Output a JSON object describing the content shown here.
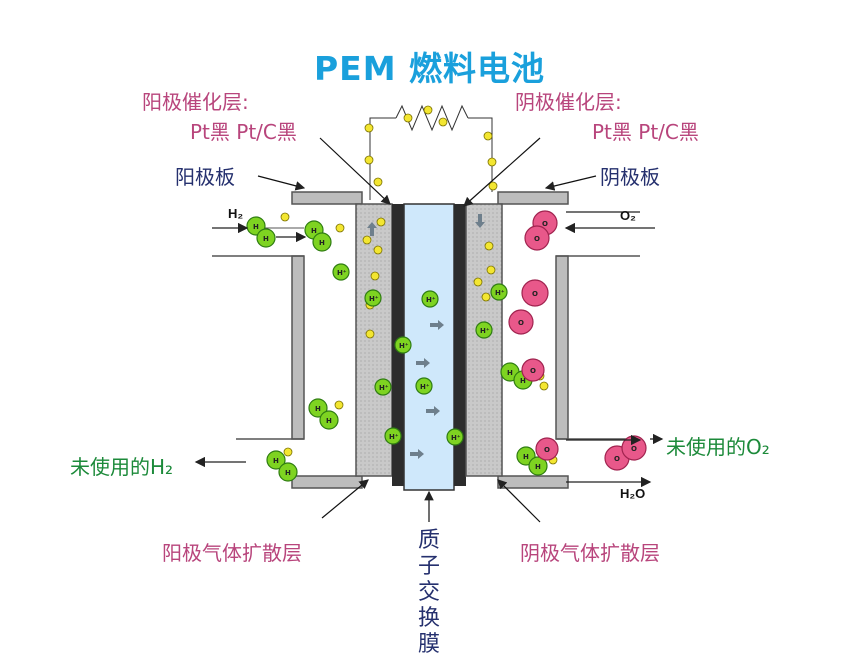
{
  "title": "PEM 燃料电池",
  "labels": {
    "anode_catalyst_line1": "阳极催化层:",
    "anode_catalyst_line2": "Pt黑 Pt/C黑",
    "cathode_catalyst_line1": "阴极催化层:",
    "cathode_catalyst_line2": "Pt黑 Pt/C黑",
    "anode_plate": "阳极板",
    "cathode_plate": "阴极板",
    "unused_h2": "未使用的H₂",
    "unused_o2": "未使用的O₂",
    "anode_gdl": "阳极气体扩散层",
    "cathode_gdl": "阴极气体扩散层",
    "membrane": "质子交换膜"
  },
  "diagram": {
    "h2_in": "H₂",
    "o2_in": "O₂",
    "h2o_out": "H₂O",
    "atom_h": "H",
    "atom_o": "O",
    "proton": "H⁺"
  },
  "colors": {
    "title": "#1aa0dc",
    "membrane": "#cfe8fb",
    "catalyst": "#2a2a2a",
    "gdl": "#c8c8c8",
    "hydrogen": "#7ed321",
    "oxygen": "#e8588a",
    "electron": "#f0e030"
  }
}
